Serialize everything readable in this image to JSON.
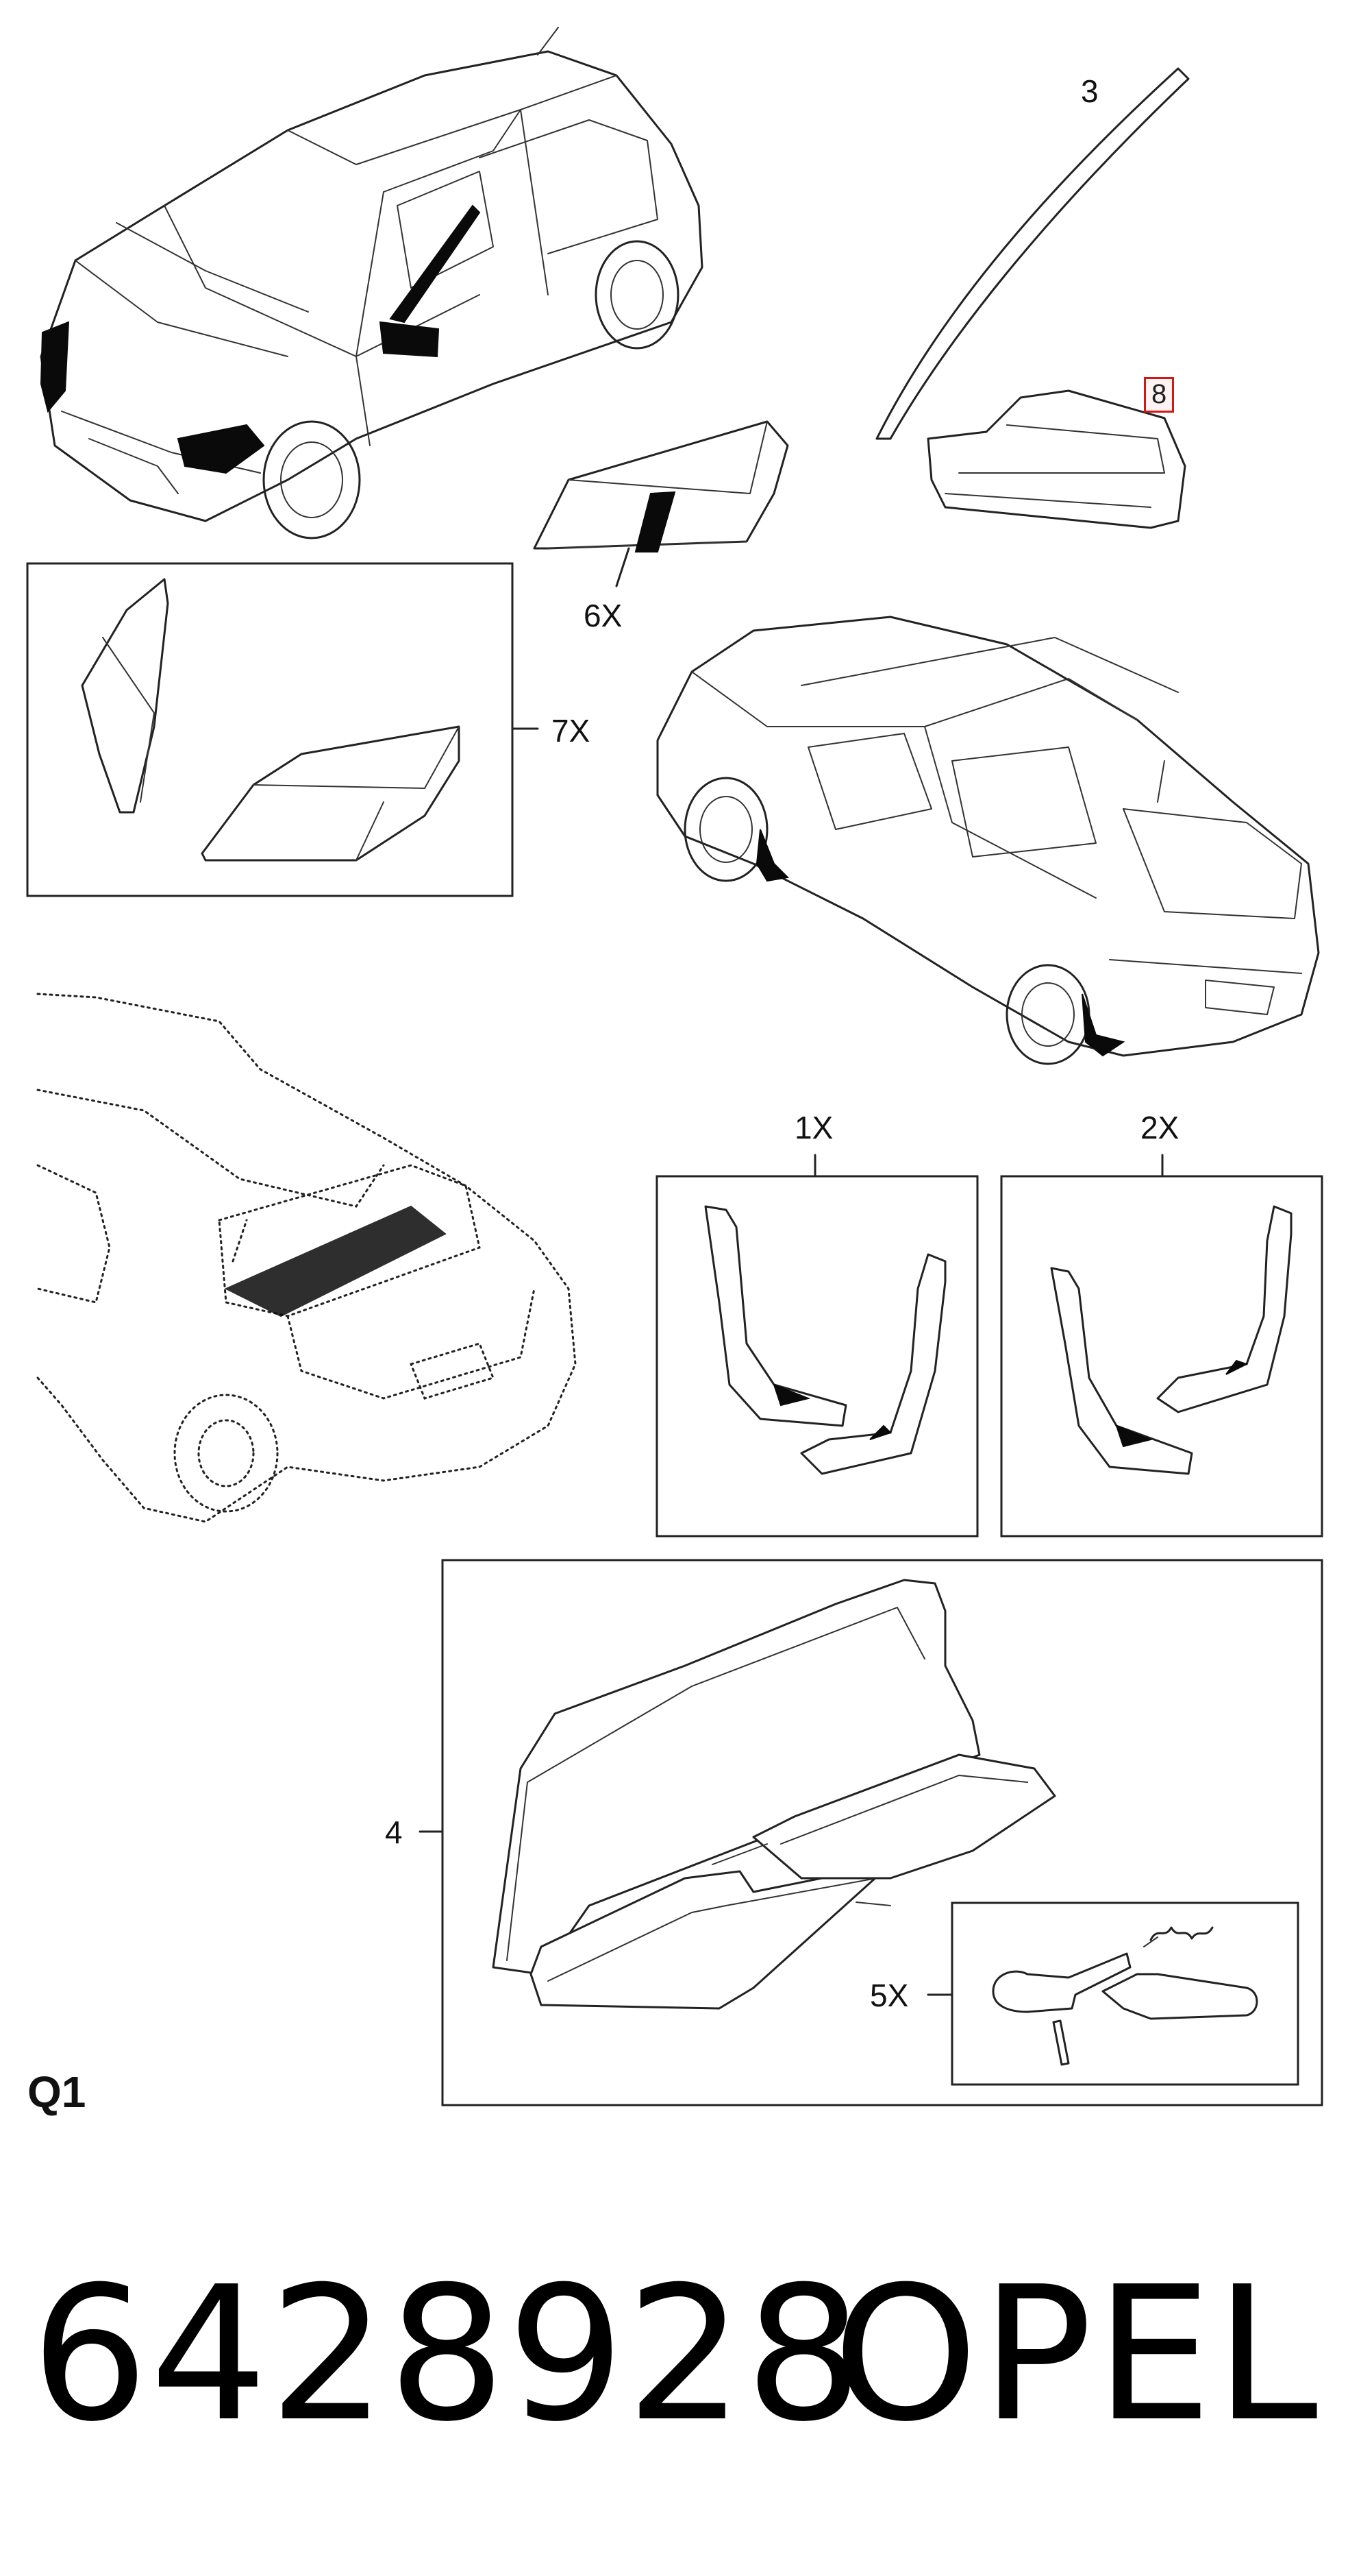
{
  "diagram": {
    "section_code": "Q1",
    "callouts": {
      "wind_deflector": "3",
      "door_mirror_cover": "8",
      "mirror_cover_set": "6X",
      "mirror_and_headlamp_covers": "7X",
      "front_mud_flaps": "1X",
      "rear_mud_flaps": "2X",
      "wind_blocker": "4",
      "mounting_hardware": "5X"
    },
    "footer": {
      "part_number": "6428928",
      "brand": "OPEL"
    },
    "colors": {
      "highlight_border": "#d01818",
      "line": "#222222",
      "fill_dark": "#0a0a0a"
    }
  }
}
